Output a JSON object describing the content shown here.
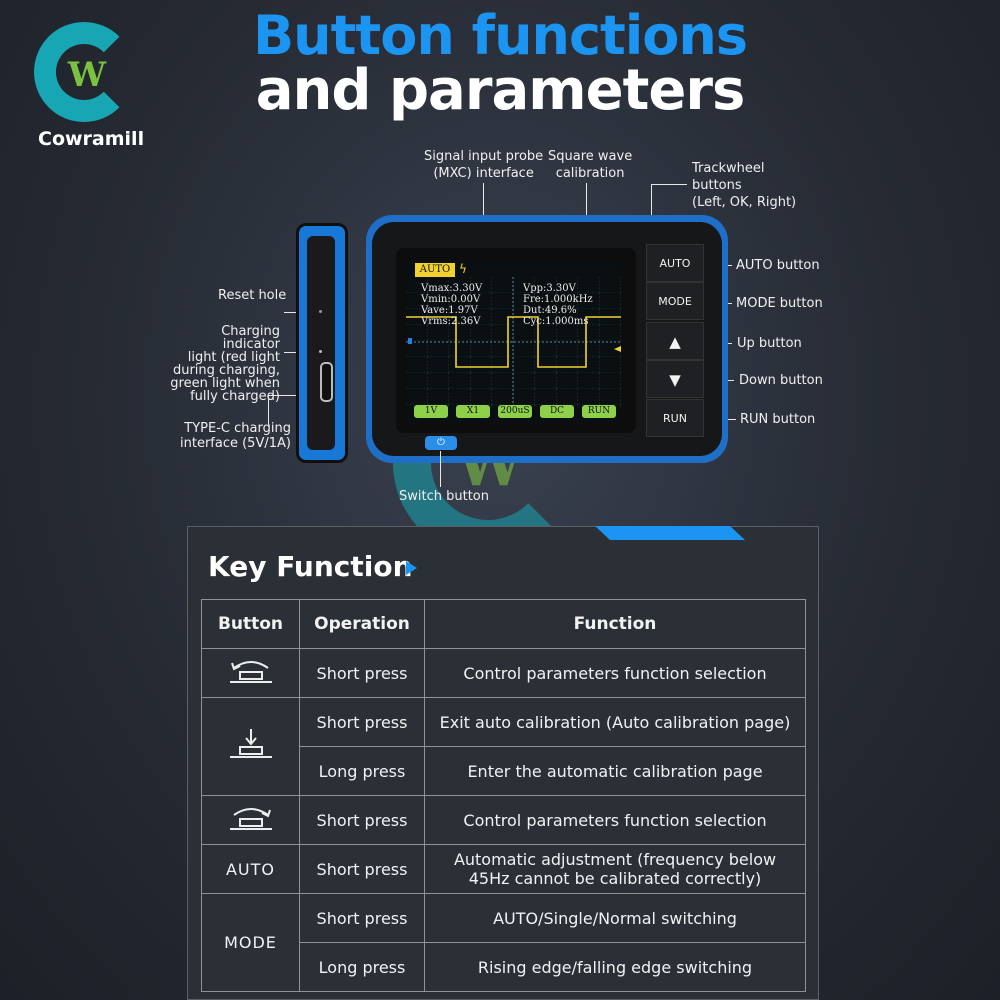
{
  "brand": {
    "logo_letter": "W",
    "name": "Cowramill"
  },
  "title": {
    "line1": "Button functions",
    "line2": "and parameters"
  },
  "callouts": {
    "probe": "Signal input probe\n(MXC) interface",
    "square": "Square wave\ncalibration",
    "trackwheel": "Trackwheel\nbuttons\n(Left, OK, Right)",
    "reset": "Reset hole",
    "charging": "Charging indicator\nlight (red light\nduring charging,\ngreen light when\nfully charged)",
    "typec": "TYPE-C charging\ninterface (5V/1A)",
    "auto": "AUTO button",
    "mode": "MODE button",
    "up": "Up button",
    "down": "Down button",
    "run": "RUN button",
    "switch": "Switch button"
  },
  "device": {
    "panel_buttons": [
      "AUTO",
      "MODE",
      "▲",
      "▼",
      "RUN"
    ],
    "power_glyph": "⏻"
  },
  "screen": {
    "mode_tag": "AUTO",
    "left_readings": [
      "Vmax:3.30V",
      "Vmin:0.00V",
      "Vave:1.97V",
      "Vrms:2.36V"
    ],
    "right_readings": [
      "Vpp:3.30V",
      "Fre:1.000kHz",
      "Dut:49.6%",
      "Cyc:1.000ms"
    ],
    "bottom_tags": [
      "1V",
      "X1",
      "200uS",
      "DC",
      "RUN"
    ]
  },
  "key_function": {
    "heading": "Key Function",
    "headers": {
      "button": "Button",
      "operation": "Operation",
      "function": "Function"
    },
    "rows": {
      "left": {
        "icon": "trackwheel-left-icon",
        "op": "Short press",
        "fn": "Control parameters function selection"
      },
      "ok1": {
        "icon": "trackwheel-press-icon",
        "op": "Short press",
        "fn": "Exit auto calibration (Auto calibration page)"
      },
      "ok2": {
        "op": "Long press",
        "fn": "Enter the automatic calibration page"
      },
      "right": {
        "icon": "trackwheel-right-icon",
        "op": "Short press",
        "fn": "Control parameters function selection"
      },
      "auto": {
        "button": "AUTO",
        "op": "Short press",
        "fn": "Automatic adjustment (frequency below\n45Hz cannot be calibrated correctly)"
      },
      "mode1": {
        "button": "MODE",
        "op": "Short press",
        "fn": "AUTO/Single/Normal switching"
      },
      "mode2": {
        "op": "Long press",
        "fn": "Rising edge/falling edge switching"
      }
    }
  },
  "colors": {
    "accent_blue": "#1c95f2",
    "logo_teal": "#17a6b3",
    "logo_green": "#7cc241",
    "device_blue": "#1f6fc8",
    "screen_yellow": "#f2d230",
    "tag_green": "#8ed04a"
  }
}
